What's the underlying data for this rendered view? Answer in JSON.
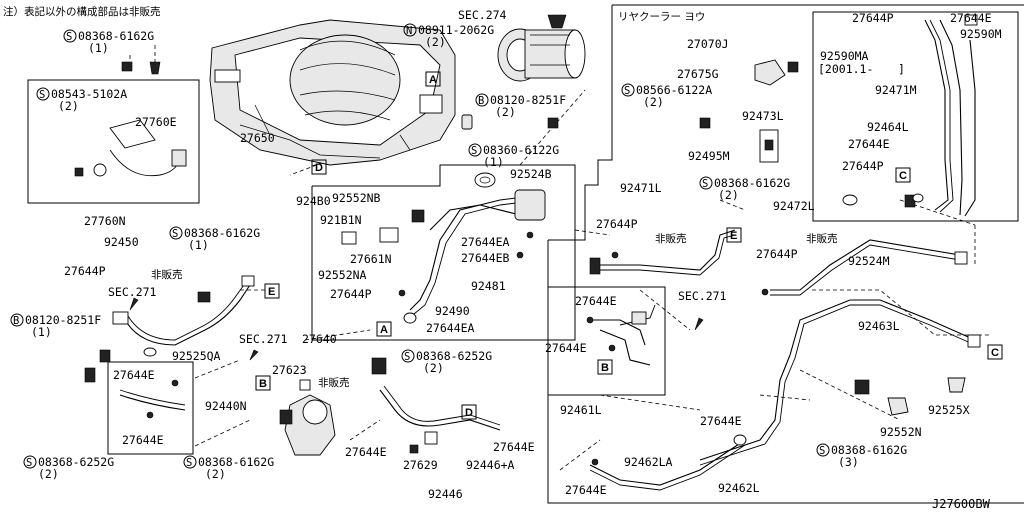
{
  "header_note": "注）表記以外の構成部品は非販売",
  "diagram_code": "J27600BW",
  "rear_cooler_title": "リヤクーラー ヨウ",
  "not_sold": "非販売",
  "labels": {
    "l_08368_6162G_1": "08368-6162G",
    "q_1a": "(1)",
    "l_08543": "08543-5102A",
    "q_2a": "(2)",
    "l_27760E": "27760E",
    "l_27760N": "27760N",
    "l_92450": "92450",
    "l_27644P_a": "27644P",
    "l_sec271_a": "SEC.271",
    "l_08120_8251F_a": "08120-8251F",
    "q_1b": "(1)",
    "l_92525QA": "92525QA",
    "l_27644E_a": "27644E",
    "l_92440N": "92440N",
    "l_27644E_b": "27644E",
    "l_08368_6252G_a": "08368-6252G",
    "q_2b": "(2)",
    "l_08368_6162G_2": "08368-6162G",
    "q_1c": "(1)",
    "l_27650": "27650",
    "l_sec271_b": "SEC.271",
    "l_27640": "27640",
    "l_27623": "27623",
    "l_08368_6162G_3": "08368-6162G",
    "q_2c": "(2)",
    "l_08911": "08911-2062G",
    "q_2d": "(2)",
    "l_sec274": "SEC.274",
    "l_08120_8251F_b": "08120-8251F",
    "q_2e": "(2)",
    "l_08360": "08360-6122G",
    "q_1d": "(1)",
    "l_92480": "924B0",
    "l_92552NB": "92552NB",
    "l_92524B": "92524B",
    "l_92181N": "921B1N",
    "l_27661N": "27661N",
    "l_92552NA": "92552NA",
    "l_27644EA_a": "27644EA",
    "l_27644EB": "27644EB",
    "l_92481": "92481",
    "l_27644P_b": "27644P",
    "l_92490": "92490",
    "l_27644EA_b": "27644EA",
    "l_08368_6252G_b": "08368-6252G",
    "q_2f": "(2)",
    "l_27644E_c": "27644E",
    "l_27629": "27629",
    "l_92446A": "92446+A",
    "l_27644E_d": "27644E",
    "l_92446": "92446",
    "l_27070J": "27070J",
    "l_27675G": "27675G",
    "l_08566": "08566-6122A",
    "q_2g": "(2)",
    "l_92473L": "92473L",
    "l_92495M": "92495M",
    "l_27644P_c": "27644P",
    "l_27644E_e": "27644E",
    "l_92590MA": "92590MA",
    "l_2001": "[2001.1-",
    "l_2001_end": "]",
    "l_92590M": "92590M",
    "l_92471M": "92471M",
    "l_92464L": "92464L",
    "l_27644E_f": "27644E",
    "l_27644P_d": "27644P",
    "l_92471L": "92471L",
    "l_08368_6162G_4": "08368-6162G",
    "q_2h": "(2)",
    "l_27644P_e": "27644P",
    "l_92472L": "92472L",
    "l_27644P_f": "27644P",
    "l_92524M": "92524M",
    "l_sec271_c": "SEC.271",
    "l_27644E_g": "27644E",
    "l_27644E_h": "27644E",
    "l_92461L": "92461L",
    "l_92463L": "92463L",
    "l_92525X": "92525X",
    "l_92552N": "92552N",
    "l_27644E_i": "27644E",
    "l_08368_6162G_5": "08368-6162G",
    "q_3a": "(3)",
    "l_92462LA": "92462LA",
    "l_27644E_j": "27644E",
    "l_92462L": "92462L"
  },
  "markers": {
    "A": "A",
    "B": "B",
    "C": "C",
    "D": "D",
    "E": "E",
    "S": "S",
    "N": "N",
    "Bcircle": "B"
  }
}
